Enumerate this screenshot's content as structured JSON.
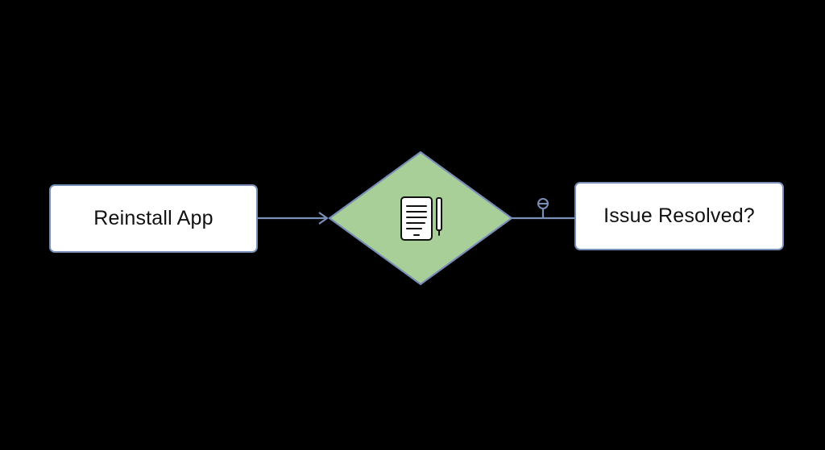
{
  "diagram": {
    "nodes": [
      {
        "id": "reinstall",
        "label": "Reinstall App",
        "shape": "rounded-rect",
        "fill": "#ffffff"
      },
      {
        "id": "decision",
        "label": "",
        "shape": "diamond",
        "fill": "#a9cf98",
        "icon": "tablet-pencil-icon"
      },
      {
        "id": "resolved",
        "label": "Issue Resolved?",
        "shape": "rounded-rect",
        "fill": "#ffffff"
      }
    ],
    "edges": [
      {
        "from": "reinstall",
        "to": "decision",
        "arrow": "open-arrowhead"
      },
      {
        "from": "decision",
        "to": "resolved",
        "arrow": "none",
        "marker": "circle-bar-connector"
      }
    ],
    "colors": {
      "background": "#000000",
      "stroke": "#7a8fb8",
      "decision_fill": "#a9cf98",
      "box_fill": "#ffffff",
      "text": "#111111"
    }
  }
}
